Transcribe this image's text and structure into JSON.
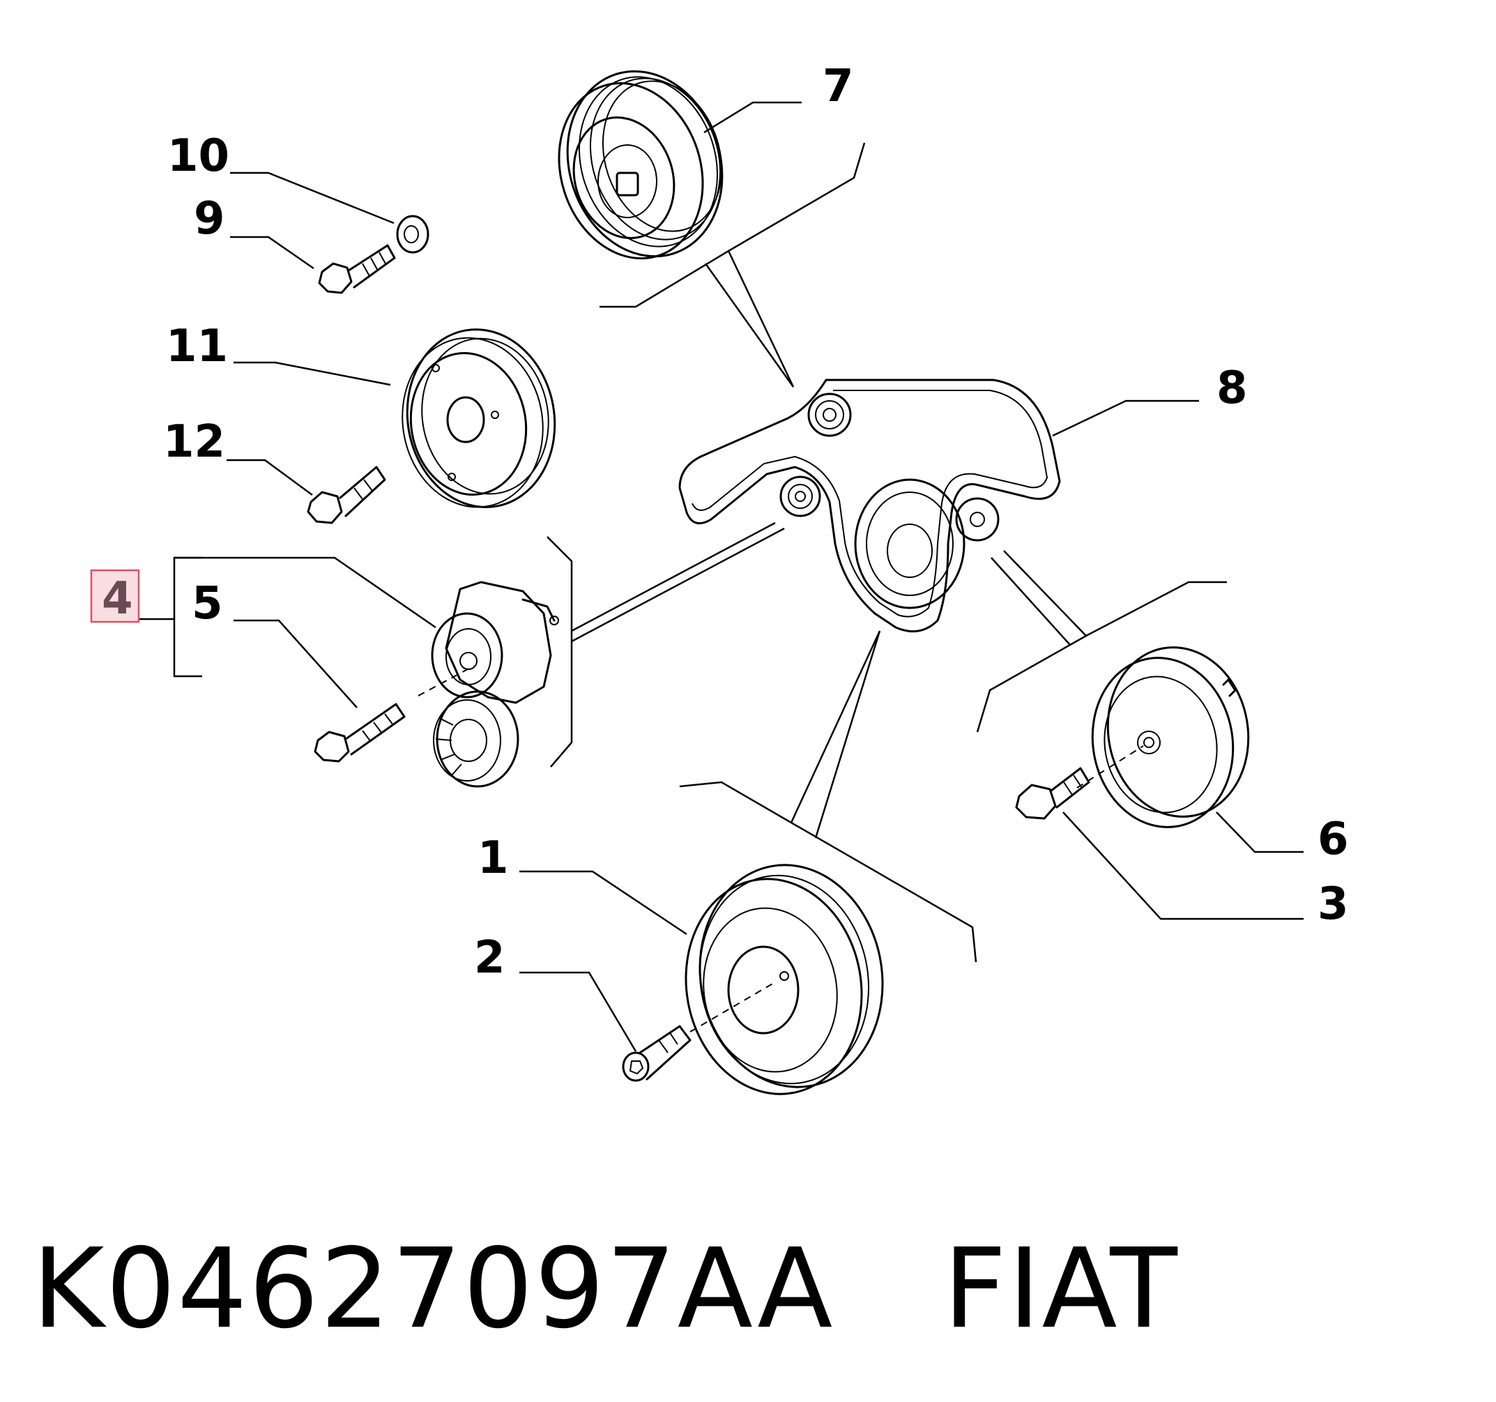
{
  "callouts": {
    "c1": "1",
    "c2": "2",
    "c3": "3",
    "c4": "4",
    "c5": "5",
    "c6": "6",
    "c7": "7",
    "c8": "8",
    "c9": "9",
    "c10": "10",
    "c11": "11",
    "c12": "12"
  },
  "highlight": {
    "callout": "4",
    "border_color": "#e05060",
    "fill_color": "#f8dde2"
  },
  "caption": {
    "part_number": "K04627097AA",
    "brand": "FIAT"
  }
}
